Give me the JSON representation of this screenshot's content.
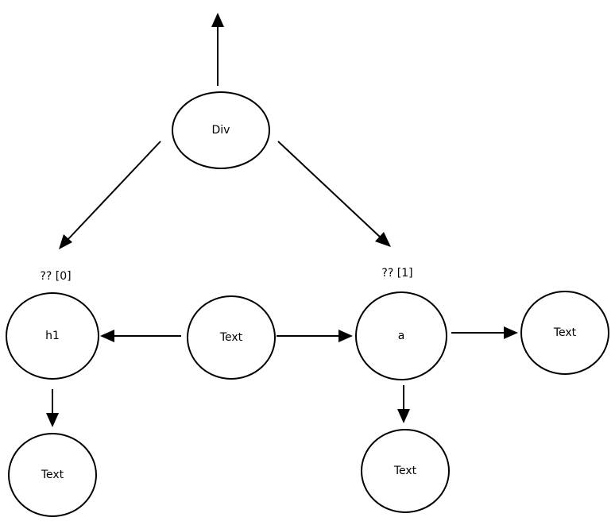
{
  "nodes": {
    "div": {
      "label": "Div"
    },
    "h1": {
      "label": "h1"
    },
    "text_center": {
      "label": "Text"
    },
    "a": {
      "label": "a"
    },
    "text_right": {
      "label": "Text"
    },
    "text_h1_child": {
      "label": "Text"
    },
    "text_a_child": {
      "label": "Text"
    }
  },
  "index_labels": {
    "left": "?? [0]",
    "right": "?? [1]"
  },
  "colors": {
    "stroke": "#000000",
    "fill": "#ffffff"
  }
}
